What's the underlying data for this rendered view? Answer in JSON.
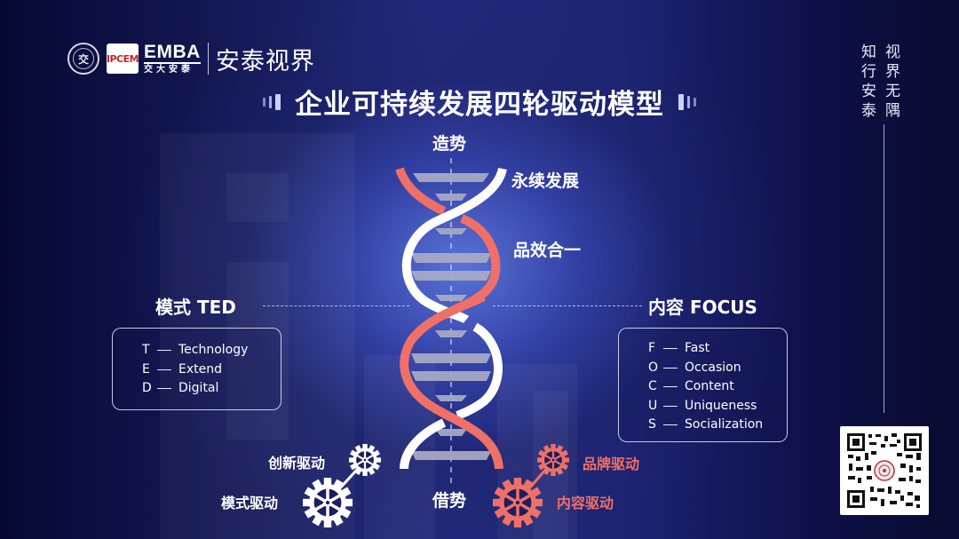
{
  "header": {
    "university_seal_glyph": "交",
    "badge_text": "IPCEM",
    "emba": "EMBA",
    "emba_subtitle": "交大安泰",
    "brand": "安泰视界"
  },
  "title": "企业可持续发展四轮驱动模型",
  "slogan": {
    "column_left": [
      "知",
      "行",
      "安",
      "泰"
    ],
    "column_right": [
      "视",
      "界",
      "无",
      "隅"
    ]
  },
  "diagram": {
    "axis_top": "造势",
    "axis_bottom": "借势",
    "milestones": [
      "永续发展",
      "品效合一"
    ],
    "left_section": {
      "title": "模式 TED",
      "items": [
        {
          "key": "T",
          "value": "Technology"
        },
        {
          "key": "E",
          "value": "Extend"
        },
        {
          "key": "D",
          "value": "Digital"
        }
      ]
    },
    "right_section": {
      "title": "内容 FOCUS",
      "items": [
        {
          "key": "F",
          "value": "Fast"
        },
        {
          "key": "O",
          "value": "Occasion"
        },
        {
          "key": "C",
          "value": "Content"
        },
        {
          "key": "U",
          "value": "Uniqueness"
        },
        {
          "key": "S",
          "value": "Socialization"
        }
      ]
    },
    "drivers": {
      "white_small": "创新驱动",
      "white_large": "模式驱动",
      "red_small": "品牌驱动",
      "red_large": "内容驱动"
    }
  },
  "colors": {
    "accent_red": "#f07068",
    "strand_white": "#ffffff",
    "rung_gray": "#a9acc6",
    "background_dark": "#0b0c33",
    "glow_blue": "#5c76de"
  },
  "qr_code": "qr-code-icon"
}
